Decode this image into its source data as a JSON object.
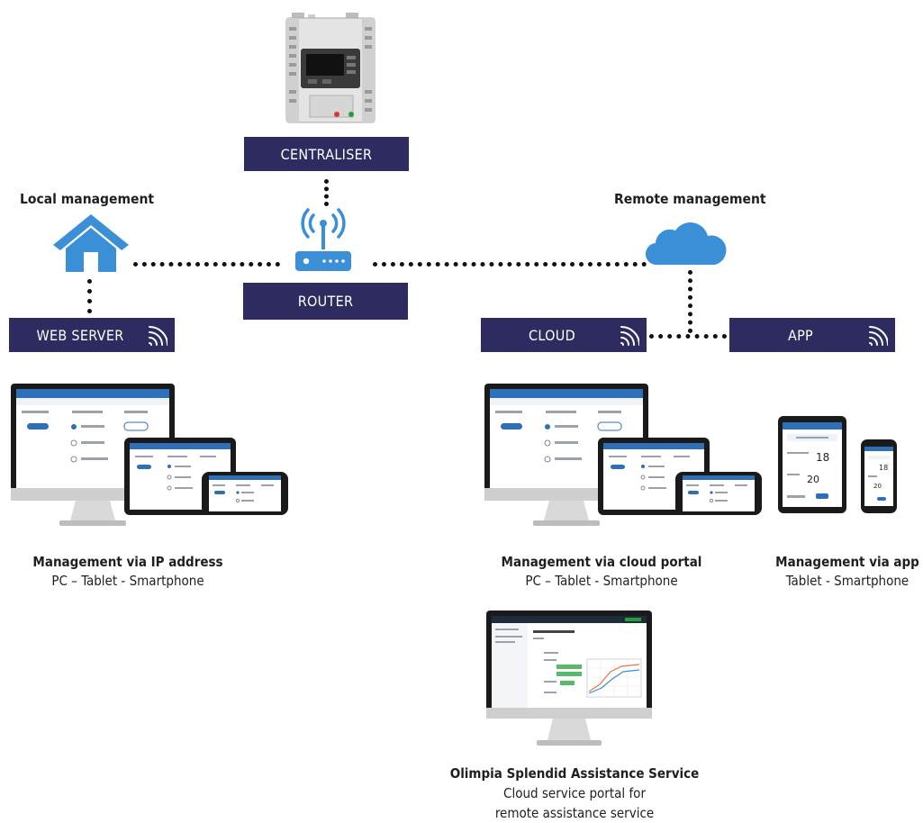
{
  "nodes": {
    "centraliser": "CENTRALISER",
    "router": "ROUTER",
    "web_server": "WEB SERVER",
    "cloud": "CLOUD",
    "app": "APP"
  },
  "headings": {
    "local": "Local management",
    "remote": "Remote management"
  },
  "captions": {
    "ip": {
      "title": "Management via IP address",
      "sub": "PC – Tablet - Smartphone"
    },
    "cloud": {
      "title": "Management via cloud portal",
      "sub": "PC – Tablet - Smartphone"
    },
    "app": {
      "title": "Management via app",
      "sub": "Tablet - Smartphone"
    },
    "assist": {
      "title": "Olimpia Splendid Assistance Service",
      "sub1": "Cloud service portal for",
      "sub2": "remote assistance service"
    }
  },
  "colors": {
    "bar": "#2d2b5f",
    "icon_blue": "#3b8fd6",
    "screen_header": "#2f6fb7"
  },
  "icons": [
    "house-icon",
    "router-icon",
    "cloud-icon",
    "wifi-icon",
    "centraliser-device"
  ]
}
